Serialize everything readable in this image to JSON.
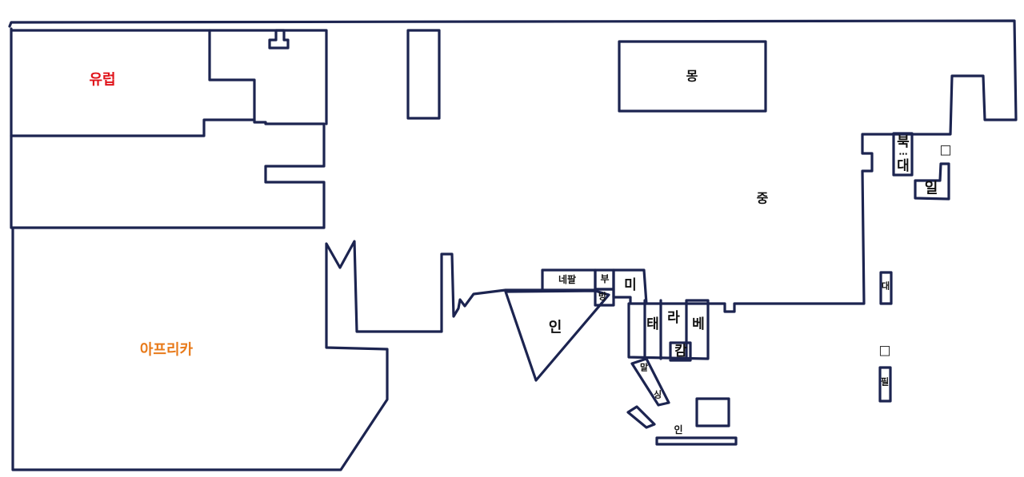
{
  "colors": {
    "outline": "#1c2450",
    "background": "#ffffff",
    "europe": "#e0141b",
    "africa": "#e87a1a",
    "text": "#111111"
  },
  "labels": {
    "europe": "유럽",
    "africa": "아프리카",
    "mongolia": "몽",
    "china": "중",
    "north_korea": "북",
    "south_korea": "대",
    "korea_dots": "⋯",
    "japan": "일",
    "japan_box": "□",
    "taiwan": "대",
    "philippines_box": "□",
    "philippines": "필",
    "nepal": "네팔",
    "bhutan": "부",
    "bangladesh": "방",
    "india": "인",
    "myanmar": "미",
    "thailand": "태",
    "laos": "라",
    "vietnam": "베",
    "cambodia": "캄",
    "malaysia": "말",
    "singapore": "싱",
    "indonesia": "인"
  }
}
